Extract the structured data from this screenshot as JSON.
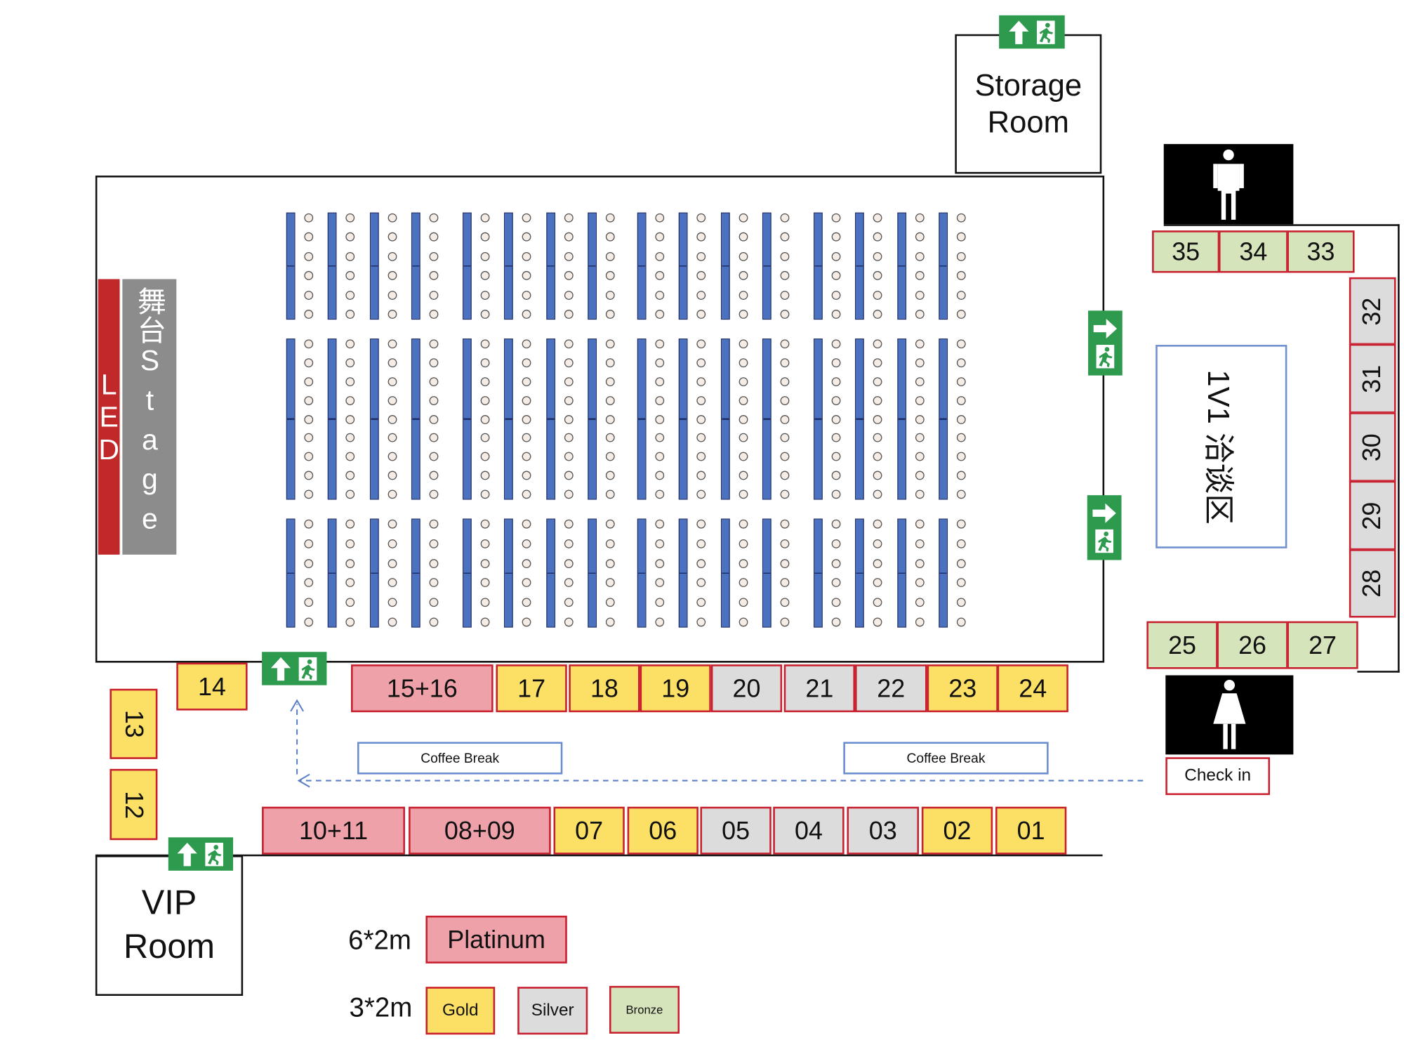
{
  "rooms": {
    "storage": "Storage Room",
    "vip": "VIP Room",
    "negotiation": "1V1 洽谈区",
    "check_in": "Check in",
    "led": "LED",
    "stage_cn": "舞台",
    "stage_en": "Stage"
  },
  "icons": {
    "exit": "emergency-exit-sign",
    "men": "men-restroom-icon",
    "women": "women-restroom-icon"
  },
  "coffee_breaks": [
    "Coffee Break",
    "Coffee Break"
  ],
  "booths": {
    "top_row": [
      "14",
      "15+16",
      "17",
      "18",
      "19",
      "20",
      "21",
      "22",
      "23",
      "24"
    ],
    "left_col": [
      "13",
      "12"
    ],
    "bottom_row": [
      "10+11",
      "08+09",
      "07",
      "06",
      "05",
      "04",
      "03",
      "02",
      "01"
    ],
    "right_top": [
      "35",
      "34",
      "33"
    ],
    "right_col": [
      "32",
      "31",
      "30",
      "29",
      "28"
    ],
    "right_bottom": [
      "25",
      "26",
      "27"
    ]
  },
  "legend": {
    "size_large": "6*2m",
    "size_small": "3*2m",
    "platinum": "Platinum",
    "gold": "Gold",
    "silver": "Silver",
    "bronze": "Bronze"
  },
  "seating": {
    "sections": 4,
    "columns_per_section": 4,
    "seats_per_block": [
      6,
      9,
      6
    ]
  },
  "colors": {
    "platinum": "#efa1a9",
    "gold": "#fbe065",
    "silver": "#dcdcdc",
    "bronze": "#d6e4bc",
    "booth_border": "#c8202f",
    "exit_green": "#2e9a4e",
    "led_red": "#c0282a",
    "stage_gray": "#8c8c8c"
  }
}
